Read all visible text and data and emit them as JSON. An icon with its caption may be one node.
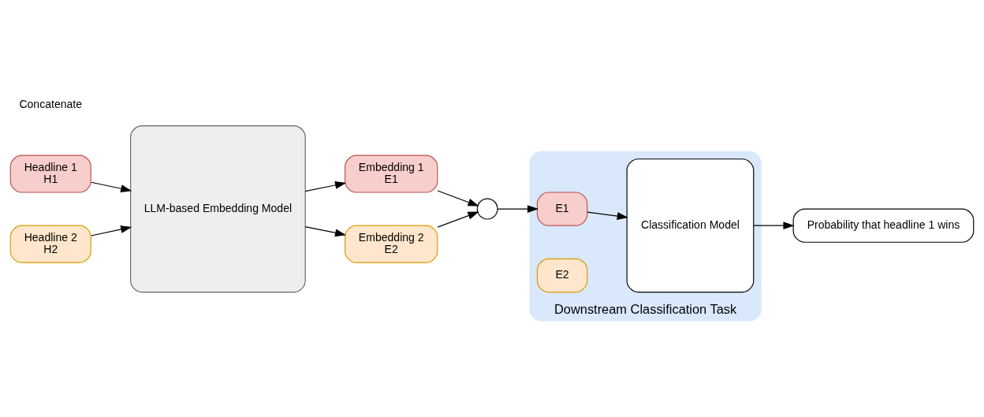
{
  "diagram": {
    "nodes": [
      {
        "text": [
          "Headline 1",
          "H1"
        ]
      },
      {
        "text": [
          "Headline 2",
          "H2"
        ]
      },
      {
        "text": [
          "LLM-based Embedding Model"
        ]
      },
      {
        "text": [
          "Embedding 1",
          "E1"
        ]
      },
      {
        "text": [
          "Embedding 2",
          "E2"
        ]
      },
      {
        "text": [],
        "shape": "circle"
      },
      {
        "text": [
          "Downstream Classification Task"
        ]
      },
      {
        "text": [
          "E1"
        ],
        "in": 6
      },
      {
        "text": [
          "E2"
        ],
        "in": 6
      },
      {
        "text": [
          "Classification Model"
        ],
        "in": 6
      },
      {
        "text": [
          "Probability that headline 1 wins"
        ]
      }
    ],
    "edges": [
      {
        "from": 0,
        "to": 2,
        "arrow": "to"
      },
      {
        "from": 1,
        "to": 2,
        "arrow": "to"
      },
      {
        "from": 2,
        "to": 3,
        "arrow": "to"
      },
      {
        "from": 2,
        "to": 4,
        "arrow": "to"
      },
      {
        "from": 3,
        "to": 5,
        "arrow": "to"
      },
      {
        "from": 4,
        "to": 5,
        "arrow": "to"
      },
      {
        "from": 5,
        "to": 7,
        "arrow": "to"
      },
      {
        "from": 7,
        "to": 9,
        "arrow": "to"
      },
      {
        "from": 9,
        "to": 10,
        "arrow": "to"
      }
    ],
    "labels": [
      "Concatenate"
    ]
  }
}
